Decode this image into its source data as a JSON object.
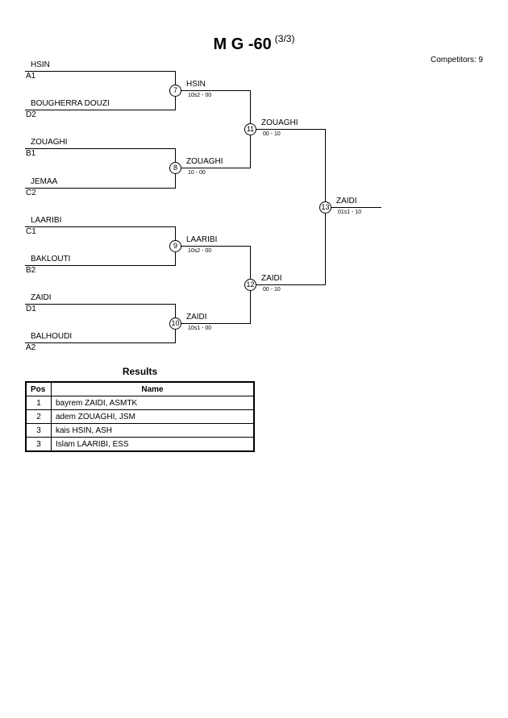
{
  "header": {
    "title": "M G -60",
    "subtitle": "(3/3)",
    "competitors": "Competitors: 9"
  },
  "round1": [
    {
      "name": "HSIN",
      "seed": "A1"
    },
    {
      "name": "BOUGHERRA DOUZI",
      "seed": "D2"
    },
    {
      "name": "ZOUAGHI",
      "seed": "B1"
    },
    {
      "name": "JEMAA",
      "seed": "C2"
    },
    {
      "name": "LAARIBI",
      "seed": "C1"
    },
    {
      "name": "BAKLOUTI",
      "seed": "B2"
    },
    {
      "name": "ZAIDI",
      "seed": "D1"
    },
    {
      "name": "BALHOUDI",
      "seed": "A2"
    }
  ],
  "matches": [
    {
      "number": "7",
      "winner": "HSIN",
      "score": "10s2 - 00"
    },
    {
      "number": "8",
      "winner": "ZOUAGHI",
      "score": "10 - 00"
    },
    {
      "number": "9",
      "winner": "LAARIBI",
      "score": "10s2 - 00"
    },
    {
      "number": "10",
      "winner": "ZAIDI",
      "score": "10s1 - 00"
    },
    {
      "number": "11",
      "winner": "ZOUAGHI",
      "score": "00 - 10"
    },
    {
      "number": "12",
      "winner": "ZAIDI",
      "score": "00 - 10"
    },
    {
      "number": "13",
      "winner": "ZAIDI",
      "score": "01s1 - 10"
    }
  ],
  "results": {
    "title": "Results",
    "headers": {
      "pos": "Pos",
      "name": "Name"
    },
    "rows": [
      {
        "pos": "1",
        "name": "bayrem ZAIDI, ASMTK"
      },
      {
        "pos": "2",
        "name": "adem ZOUAGHI, JSM"
      },
      {
        "pos": "3",
        "name": "kais HSIN, ASH"
      },
      {
        "pos": "3",
        "name": "Islam LAARIBI, ESS"
      }
    ]
  }
}
